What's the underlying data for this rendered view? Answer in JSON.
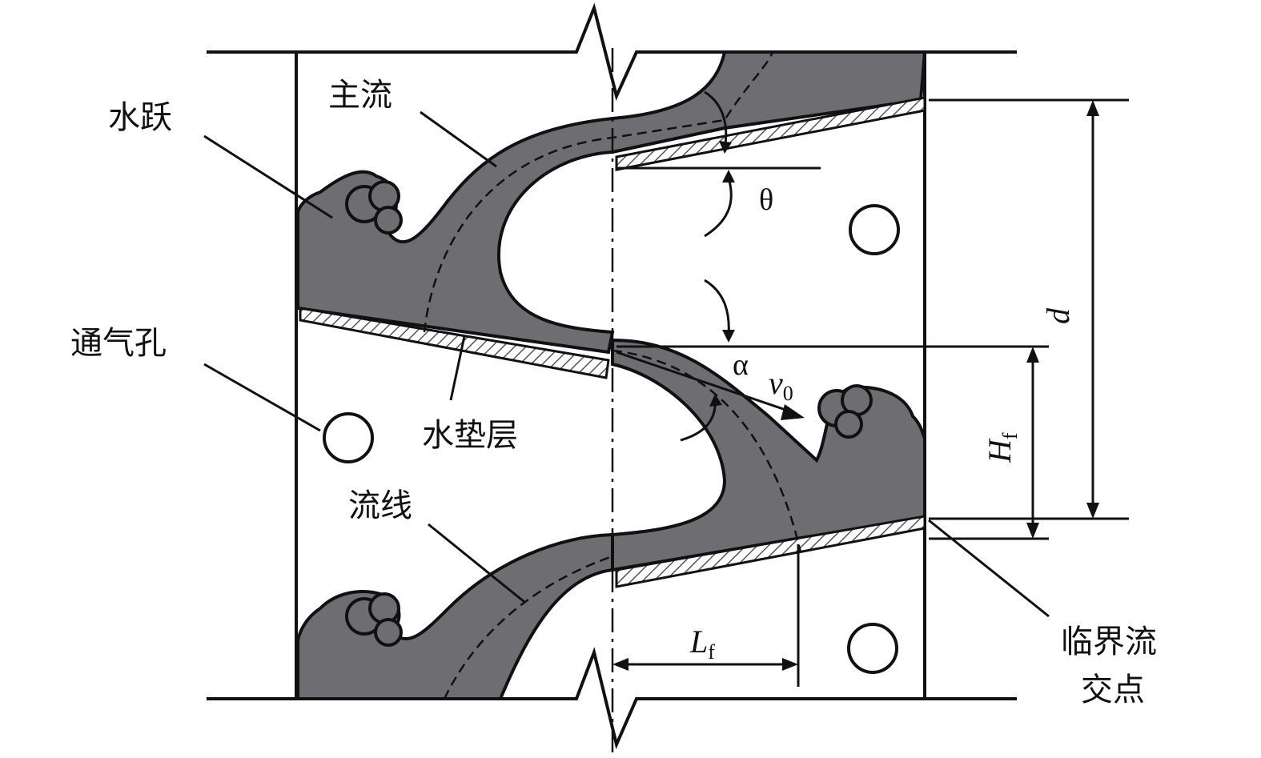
{
  "title": "Stepped aerator flow diagram",
  "labels": {
    "hydraulic_jump": "水跃",
    "main_flow": "主流",
    "vent_hole": "通气孔",
    "water_cushion": "水垫层",
    "streamline": "流线",
    "critical_point_line1": "临界流",
    "critical_point_line2": "交点"
  },
  "symbols": {
    "theta": "θ",
    "alpha": "α",
    "v": "v",
    "v_sub": "0",
    "d": "d",
    "H": "H",
    "H_sub": "f",
    "L": "L",
    "L_sub": "f"
  },
  "colors": {
    "water": "#6e6e72",
    "line": "#111111"
  }
}
